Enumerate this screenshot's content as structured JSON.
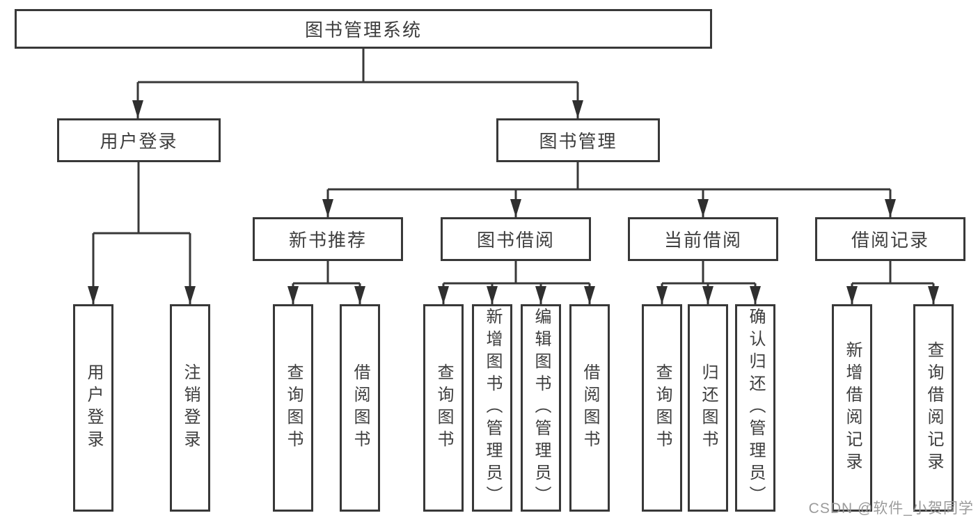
{
  "diagram": {
    "type": "hierarchy-tree",
    "nodes": {
      "root": {
        "label": "图书管理系统"
      },
      "user_login": {
        "label": "用户登录"
      },
      "book_mgmt": {
        "label": "图书管理"
      },
      "new_book_rec": {
        "label": "新书推荐"
      },
      "book_borrow": {
        "label": "图书借阅"
      },
      "current_borrow": {
        "label": "当前借阅"
      },
      "borrow_records": {
        "label": "借阅记录"
      },
      "ul_login": {
        "label": "用户登录"
      },
      "ul_logout": {
        "label": "注销登录"
      },
      "nb_query": {
        "label": "查询图书"
      },
      "nb_borrow": {
        "label": "借阅图书"
      },
      "bb_query": {
        "label": "查询图书"
      },
      "bb_add": {
        "label": "新增图书（管理员）"
      },
      "bb_edit": {
        "label": "编辑图书（管理员）"
      },
      "bb_borrow": {
        "label": "借阅图书"
      },
      "cb_query": {
        "label": "查询图书"
      },
      "cb_return": {
        "label": "归还图书"
      },
      "cb_confirm": {
        "label": "确认归还（管理员）"
      },
      "br_add": {
        "label": "新增借阅记录"
      },
      "br_query": {
        "label": "查询借阅记录"
      }
    },
    "edges": [
      [
        "root",
        "user_login"
      ],
      [
        "root",
        "book_mgmt"
      ],
      [
        "user_login",
        "ul_login"
      ],
      [
        "user_login",
        "ul_logout"
      ],
      [
        "book_mgmt",
        "new_book_rec"
      ],
      [
        "book_mgmt",
        "book_borrow"
      ],
      [
        "book_mgmt",
        "current_borrow"
      ],
      [
        "book_mgmt",
        "borrow_records"
      ],
      [
        "new_book_rec",
        "nb_query"
      ],
      [
        "new_book_rec",
        "nb_borrow"
      ],
      [
        "book_borrow",
        "bb_query"
      ],
      [
        "book_borrow",
        "bb_add"
      ],
      [
        "book_borrow",
        "bb_edit"
      ],
      [
        "book_borrow",
        "bb_borrow"
      ],
      [
        "current_borrow",
        "cb_query"
      ],
      [
        "current_borrow",
        "cb_return"
      ],
      [
        "current_borrow",
        "cb_confirm"
      ],
      [
        "borrow_records",
        "br_add"
      ],
      [
        "borrow_records",
        "br_query"
      ]
    ]
  },
  "watermark": {
    "text": "CSDN @软件_小贺同学"
  },
  "colors": {
    "line": "#383838",
    "box_border": "#383838",
    "text": "#3d3d3d",
    "watermark": "#969696",
    "background": "#ffffff"
  }
}
